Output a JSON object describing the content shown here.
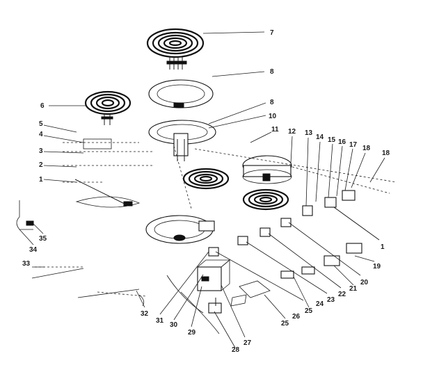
{
  "callouts": [
    {
      "id": "c1",
      "text": "1"
    },
    {
      "id": "c1b",
      "text": "1"
    },
    {
      "id": "c2",
      "text": "2"
    },
    {
      "id": "c3",
      "text": "3"
    },
    {
      "id": "c4",
      "text": "4"
    },
    {
      "id": "c5",
      "text": "5"
    },
    {
      "id": "c6",
      "text": "6"
    },
    {
      "id": "c7",
      "text": "7"
    },
    {
      "id": "c8",
      "text": "8"
    },
    {
      "id": "c9",
      "text": "8"
    },
    {
      "id": "c10",
      "text": "10"
    },
    {
      "id": "c11",
      "text": "11"
    },
    {
      "id": "c12",
      "text": "12"
    },
    {
      "id": "c13",
      "text": "13"
    },
    {
      "id": "c14",
      "text": "14"
    },
    {
      "id": "c15",
      "text": "15"
    },
    {
      "id": "c16",
      "text": "16"
    },
    {
      "id": "c17",
      "text": "17"
    },
    {
      "id": "c18",
      "text": "18"
    },
    {
      "id": "c18b",
      "text": "18"
    },
    {
      "id": "c19",
      "text": "19"
    },
    {
      "id": "c20",
      "text": "20"
    },
    {
      "id": "c21",
      "text": "21"
    },
    {
      "id": "c22",
      "text": "22"
    },
    {
      "id": "c23",
      "text": "23"
    },
    {
      "id": "c24",
      "text": "24"
    },
    {
      "id": "c25a",
      "text": "25"
    },
    {
      "id": "c25b",
      "text": "25"
    },
    {
      "id": "c26",
      "text": "26"
    },
    {
      "id": "c27",
      "text": "27"
    },
    {
      "id": "c28",
      "text": "28"
    },
    {
      "id": "c29",
      "text": "29"
    },
    {
      "id": "c30",
      "text": "30"
    },
    {
      "id": "c31",
      "text": "31"
    },
    {
      "id": "c32",
      "text": "32"
    },
    {
      "id": "c33",
      "text": "33"
    },
    {
      "id": "c34",
      "text": "34"
    },
    {
      "id": "c35",
      "text": "35"
    }
  ]
}
